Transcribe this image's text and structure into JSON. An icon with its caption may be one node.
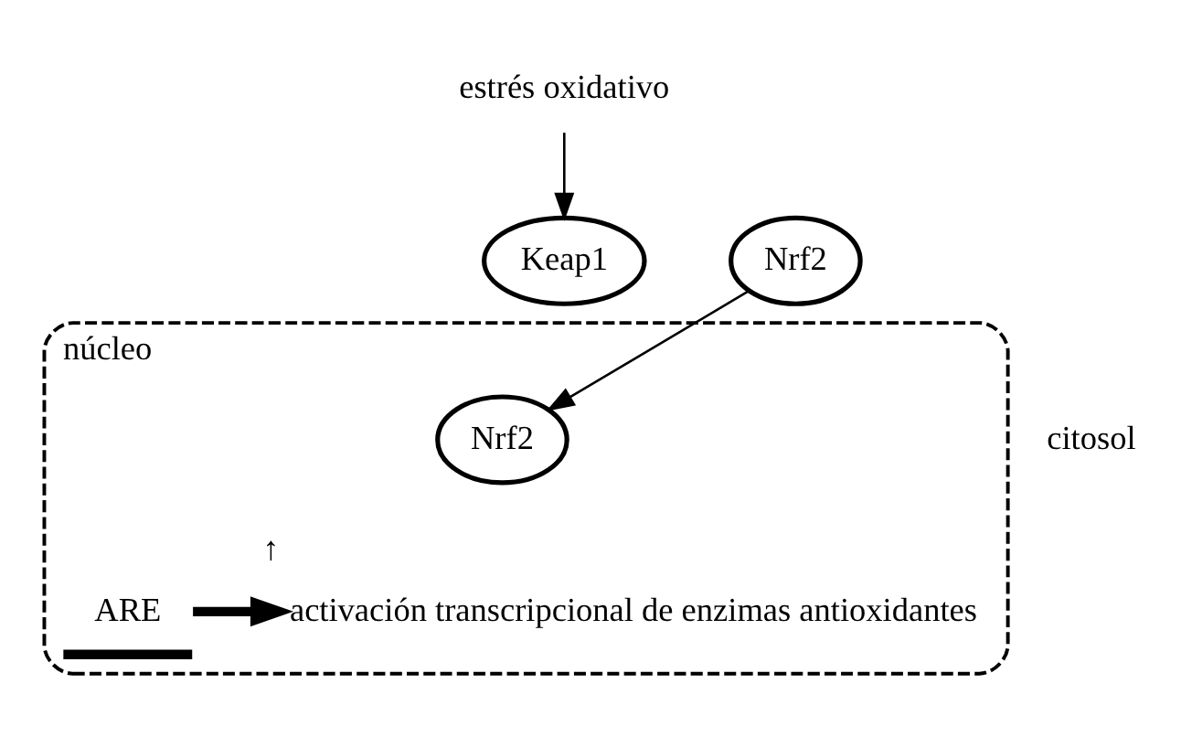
{
  "diagram": {
    "nodes": [
      {
        "text": [
          "estrés oxidativo"
        ]
      },
      {
        "text": [
          "Keap1"
        ]
      },
      {
        "text": [
          "Nrf2"
        ]
      },
      {
        "text": [
          "núcleo"
        ]
      },
      {
        "text": [
          "Nrf2"
        ],
        "in": 3
      },
      {
        "text": [
          "ARE"
        ],
        "in": 3
      },
      {
        "text": [
          "activación transcripcional de enzimas antioxidantes"
        ],
        "beside": [
          "↑"
        ],
        "in": 3
      }
    ],
    "edges": [
      {
        "from": 0,
        "to": 1,
        "arrow": "to"
      },
      {
        "from": 2,
        "to": 4,
        "arrow": "to"
      },
      {
        "from": 5,
        "to": 6,
        "arrow": "to",
        "style": "thick"
      }
    ],
    "labels": [
      "citosol"
    ]
  }
}
